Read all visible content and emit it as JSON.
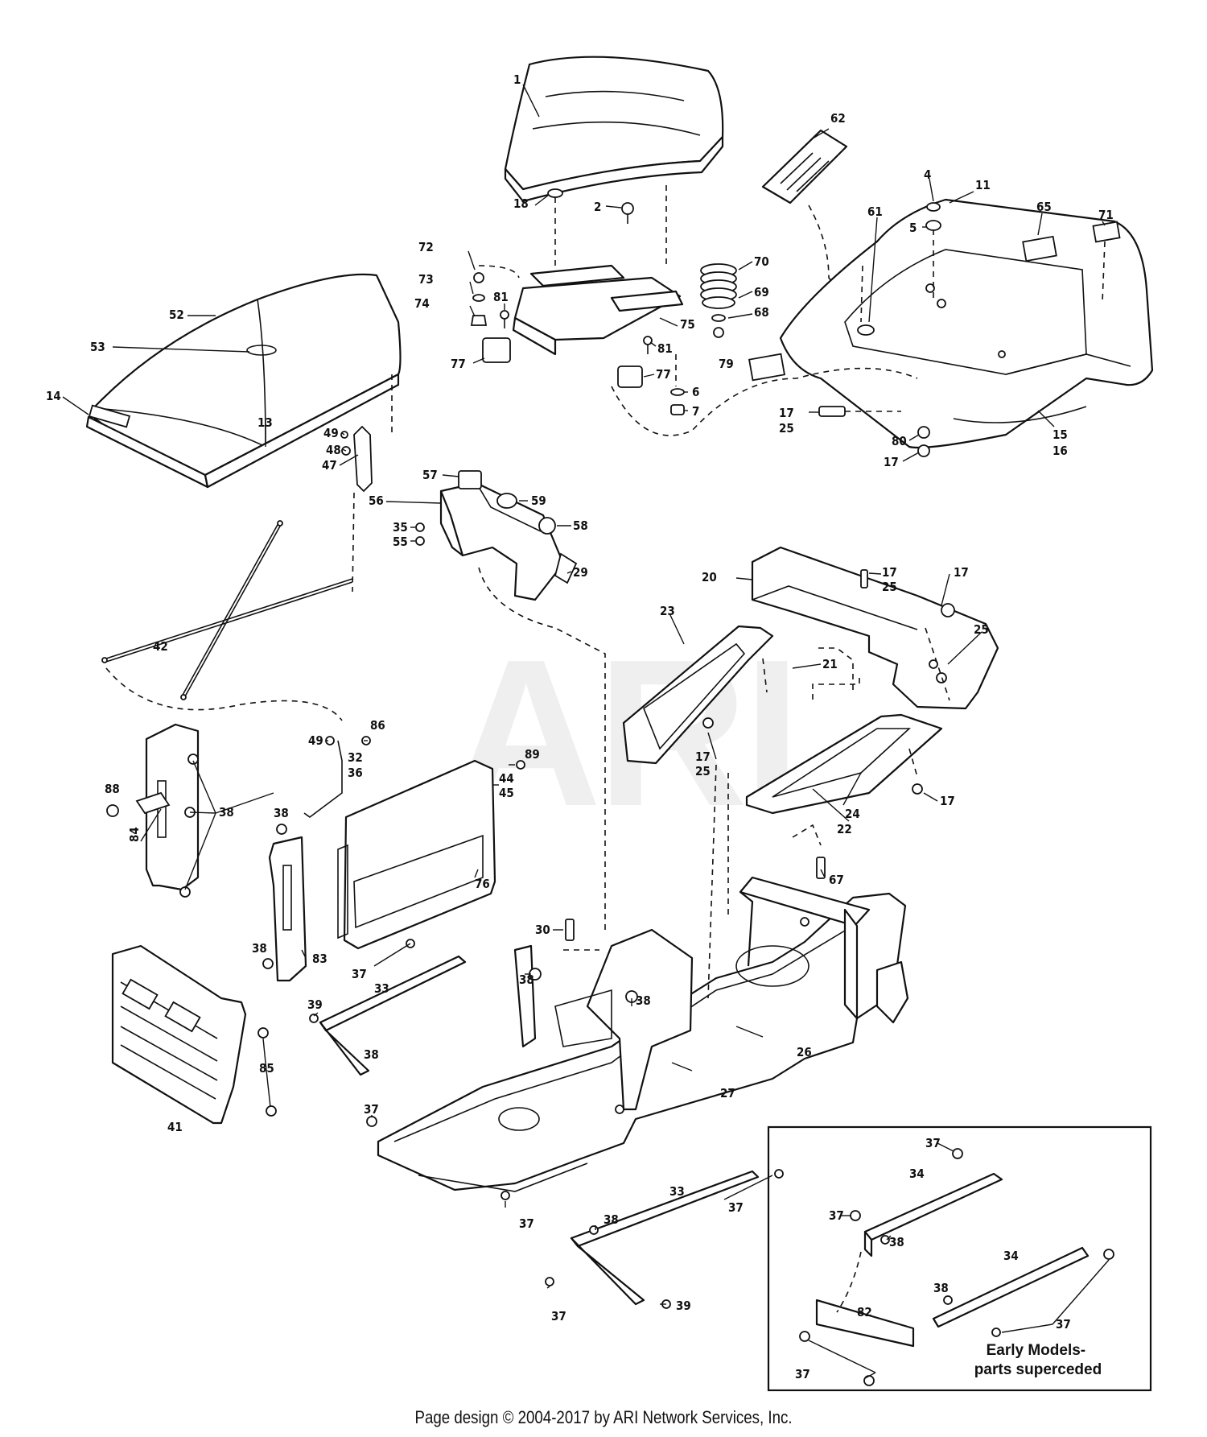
{
  "watermark": "ARI",
  "inset_note": [
    "Early Models-",
    "parts superceded"
  ],
  "footer": "Page design © 2004-2017 by ARI Network Services, Inc.",
  "labels": [
    {
      "id": "l1",
      "text": "1"
    },
    {
      "id": "l18",
      "text": "18"
    },
    {
      "id": "l2",
      "text": "2"
    },
    {
      "id": "l62",
      "text": "62"
    },
    {
      "id": "l4",
      "text": "4"
    },
    {
      "id": "l11",
      "text": "11"
    },
    {
      "id": "l65",
      "text": "65"
    },
    {
      "id": "l71",
      "text": "71"
    },
    {
      "id": "l72",
      "text": "72"
    },
    {
      "id": "l73",
      "text": "73"
    },
    {
      "id": "l74",
      "text": "74"
    },
    {
      "id": "l81a",
      "text": "81"
    },
    {
      "id": "l70",
      "text": "70"
    },
    {
      "id": "l69",
      "text": "69"
    },
    {
      "id": "l68",
      "text": "68"
    },
    {
      "id": "l61",
      "text": "61"
    },
    {
      "id": "l5",
      "text": "5"
    },
    {
      "id": "l75",
      "text": "75"
    },
    {
      "id": "l81b",
      "text": "81"
    },
    {
      "id": "l77a",
      "text": "77"
    },
    {
      "id": "l77b",
      "text": "77"
    },
    {
      "id": "l6",
      "text": "6"
    },
    {
      "id": "l7",
      "text": "7"
    },
    {
      "id": "l79",
      "text": "79"
    },
    {
      "id": "l17a",
      "text": "17"
    },
    {
      "id": "l25a",
      "text": "25"
    },
    {
      "id": "l80",
      "text": "80"
    },
    {
      "id": "l17b",
      "text": "17"
    },
    {
      "id": "l15",
      "text": "15"
    },
    {
      "id": "l16",
      "text": "16"
    },
    {
      "id": "l52",
      "text": "52"
    },
    {
      "id": "l53",
      "text": "53"
    },
    {
      "id": "l14",
      "text": "14"
    },
    {
      "id": "l13",
      "text": "13"
    },
    {
      "id": "l49a",
      "text": "49"
    },
    {
      "id": "l48",
      "text": "48"
    },
    {
      "id": "l47",
      "text": "47"
    },
    {
      "id": "l57",
      "text": "57"
    },
    {
      "id": "l59",
      "text": "59"
    },
    {
      "id": "l56",
      "text": "56"
    },
    {
      "id": "l35",
      "text": "35"
    },
    {
      "id": "l55",
      "text": "55"
    },
    {
      "id": "l58",
      "text": "58"
    },
    {
      "id": "l29",
      "text": "29"
    },
    {
      "id": "l42",
      "text": "42"
    },
    {
      "id": "l17c",
      "text": "17"
    },
    {
      "id": "l25b",
      "text": "25"
    },
    {
      "id": "l17d",
      "text": "17"
    },
    {
      "id": "l20",
      "text": "20"
    },
    {
      "id": "l23",
      "text": "23"
    },
    {
      "id": "l21",
      "text": "21"
    },
    {
      "id": "l25c",
      "text": "25"
    },
    {
      "id": "l17e",
      "text": "17"
    },
    {
      "id": "l25d",
      "text": "25"
    },
    {
      "id": "l17f",
      "text": "17"
    },
    {
      "id": "l22",
      "text": "22"
    },
    {
      "id": "l24",
      "text": "24"
    },
    {
      "id": "l86",
      "text": "86"
    },
    {
      "id": "l49b",
      "text": "49"
    },
    {
      "id": "l32",
      "text": "32"
    },
    {
      "id": "l36",
      "text": "36"
    },
    {
      "id": "l89",
      "text": "89"
    },
    {
      "id": "l44",
      "text": "44"
    },
    {
      "id": "l45",
      "text": "45"
    },
    {
      "id": "l88",
      "text": "88"
    },
    {
      "id": "l84",
      "text": "84"
    },
    {
      "id": "l38a",
      "text": "38"
    },
    {
      "id": "l38b",
      "text": "38"
    },
    {
      "id": "l76",
      "text": "76"
    },
    {
      "id": "l67",
      "text": "67"
    },
    {
      "id": "l30",
      "text": "30"
    },
    {
      "id": "l38c",
      "text": "38"
    },
    {
      "id": "l83",
      "text": "83"
    },
    {
      "id": "l37a",
      "text": "37"
    },
    {
      "id": "l33a",
      "text": "33"
    },
    {
      "id": "l38d",
      "text": "38"
    },
    {
      "id": "l38e",
      "text": "38"
    },
    {
      "id": "l39a",
      "text": "39"
    },
    {
      "id": "l38f",
      "text": "38"
    },
    {
      "id": "l26",
      "text": "26"
    },
    {
      "id": "l85",
      "text": "85"
    },
    {
      "id": "l27",
      "text": "27"
    },
    {
      "id": "l41",
      "text": "41"
    },
    {
      "id": "l37b",
      "text": "37"
    },
    {
      "id": "l37c",
      "text": "37"
    },
    {
      "id": "l33b",
      "text": "33"
    },
    {
      "id": "l37d",
      "text": "37"
    },
    {
      "id": "l38g",
      "text": "38"
    },
    {
      "id": "l39b",
      "text": "39"
    },
    {
      "id": "l37e",
      "text": "37"
    },
    {
      "id": "l37f",
      "text": "37"
    },
    {
      "id": "l34a",
      "text": "34"
    },
    {
      "id": "l37g",
      "text": "37"
    },
    {
      "id": "l38h",
      "text": "38"
    },
    {
      "id": "l34b",
      "text": "34"
    },
    {
      "id": "l38i",
      "text": "38"
    },
    {
      "id": "l37h",
      "text": "37"
    },
    {
      "id": "l82",
      "text": "82"
    },
    {
      "id": "l37i",
      "text": "37"
    }
  ]
}
